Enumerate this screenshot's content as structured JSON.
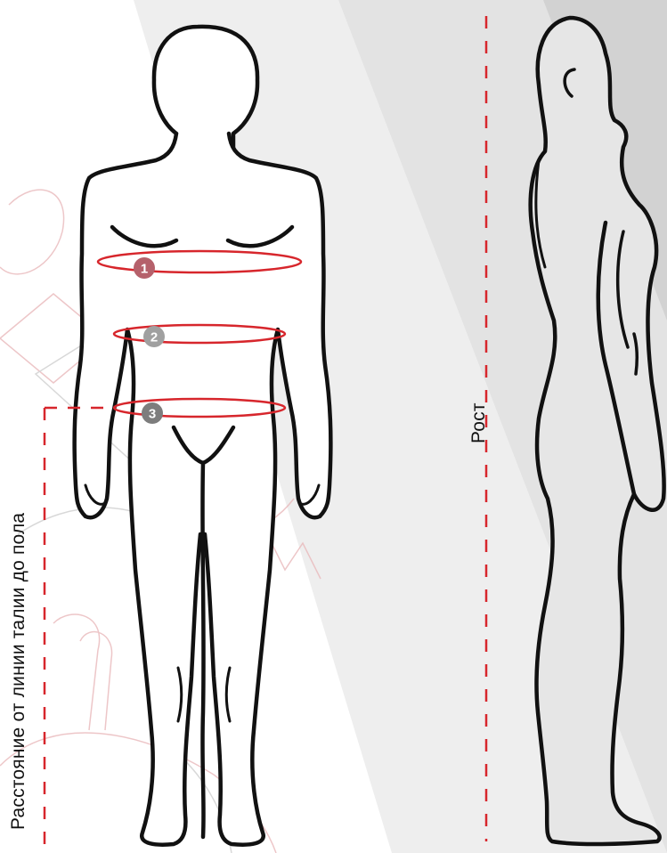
{
  "labels": {
    "waist_to_floor": "Расстояние от линии талии до пола",
    "height": "Рост"
  },
  "markers": [
    {
      "number": "1",
      "color": "#b5616b"
    },
    {
      "number": "2",
      "color": "#a0a0a0"
    },
    {
      "number": "3",
      "color": "#7d7d7d"
    }
  ],
  "colors": {
    "measure_line": "#d7262c",
    "figure_outline": "#111111",
    "band_light": "#eeeeee",
    "band_dark": "#d6d6d6",
    "watermark": "#e9b9bb"
  }
}
